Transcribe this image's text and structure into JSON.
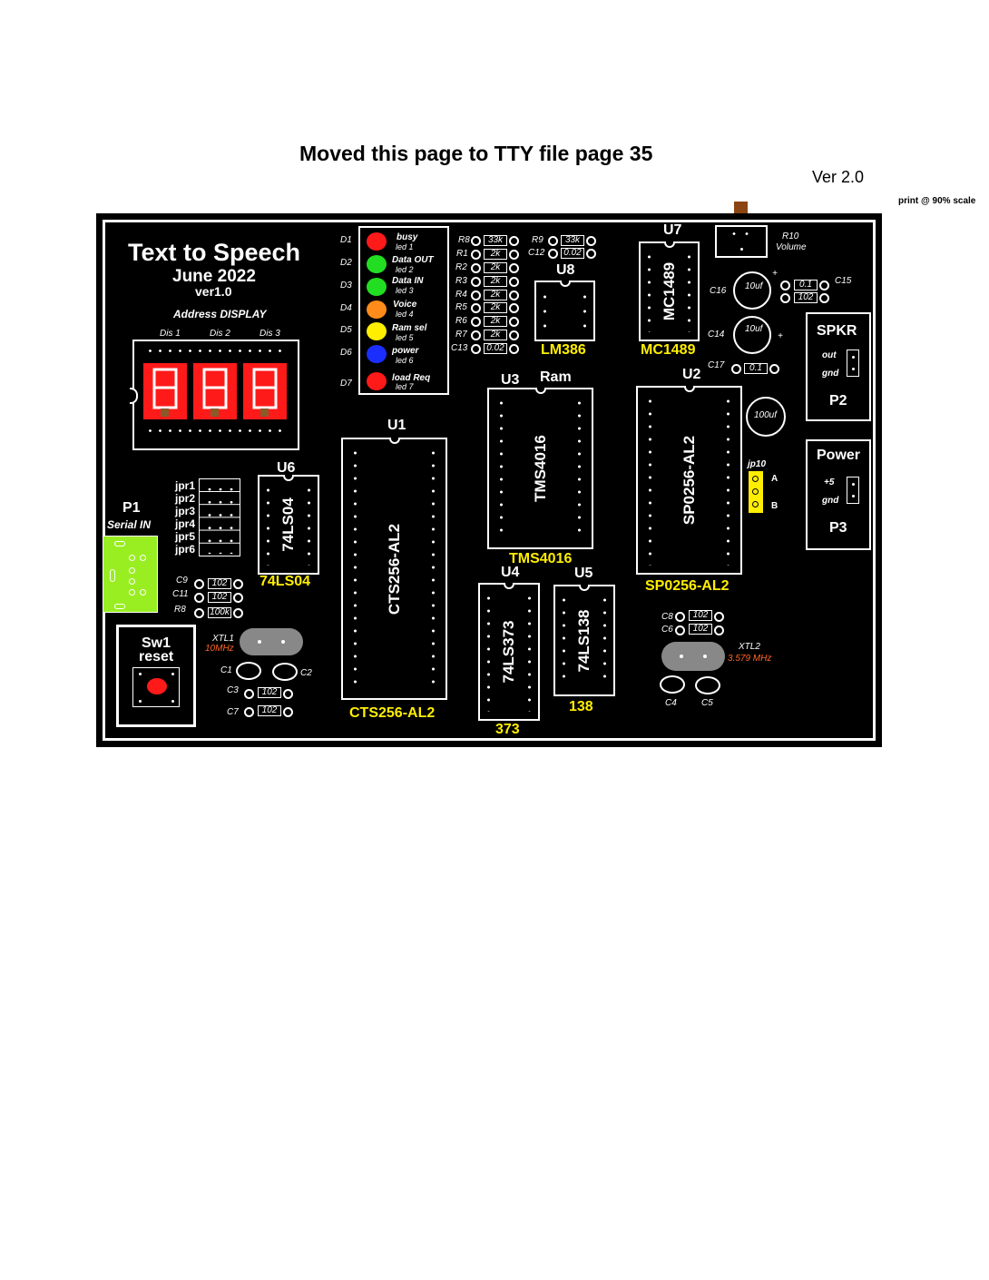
{
  "page": {
    "moved_note": "Moved this page to TTY file page 35",
    "version": "Ver 2.0",
    "print_note": "print @ 90% scale"
  },
  "board": {
    "title": "Text to Speech",
    "date": "June 2022",
    "version": "ver1.0",
    "address_display_label": "Address DISPLAY",
    "displays": [
      "Dis 1",
      "Dis 2",
      "Dis 3"
    ],
    "leds": [
      {
        "ref": "D1",
        "name": "busy",
        "sub": "led 1",
        "color": "#ff1a1a"
      },
      {
        "ref": "D2",
        "name": "Data OUT",
        "sub": "led 2",
        "color": "#22dd22"
      },
      {
        "ref": "D3",
        "name": "Data IN",
        "sub": "led 3",
        "color": "#22dd22"
      },
      {
        "ref": "D4",
        "name": "Voice",
        "sub": "led 4",
        "color": "#ff8c1a"
      },
      {
        "ref": "D5",
        "name": "Ram sel",
        "sub": "led 5",
        "color": "#ffee00"
      },
      {
        "ref": "D6",
        "name": "power",
        "sub": "led 6",
        "color": "#1a2eff"
      },
      {
        "ref": "D7",
        "name": "load Req",
        "sub": "led 7",
        "color": "#ff1a1a"
      }
    ],
    "resistors_left": [
      {
        "ref": "R8",
        "value": "33k"
      },
      {
        "ref": "R1",
        "value": "2k"
      },
      {
        "ref": "R2",
        "value": "2k"
      },
      {
        "ref": "R3",
        "value": "2k"
      },
      {
        "ref": "R4",
        "value": "2k"
      },
      {
        "ref": "R5",
        "value": "2k"
      },
      {
        "ref": "R6",
        "value": "2k"
      },
      {
        "ref": "R7",
        "value": "2k"
      },
      {
        "ref": "C13",
        "value": "0.02"
      }
    ],
    "r9": {
      "ref": "R9",
      "value": "33k"
    },
    "c12": {
      "ref": "C12",
      "value": "0.02"
    },
    "u8": {
      "ref": "U8",
      "label": "LM386"
    },
    "u7": {
      "ref": "U7",
      "name": "MC1489",
      "label": "MC1489"
    },
    "r10": {
      "ref": "R10",
      "name": "Volume"
    },
    "c15": {
      "ref": "C15",
      "values": [
        "0.1",
        "102"
      ]
    },
    "c16": {
      "ref": "C16",
      "value": "10uf"
    },
    "c14": {
      "ref": "C14",
      "value": "10uf"
    },
    "c17": {
      "ref": "C17",
      "value": "0.1"
    },
    "spkr": {
      "title": "SPKR",
      "pin1": "out",
      "pin2": "gnd",
      "ref": "P2"
    },
    "power": {
      "title": "Power",
      "pin1": "+5",
      "pin2": "gnd",
      "ref": "P3"
    },
    "u2": {
      "ref": "U2",
      "name": "SP0256-AL2",
      "label": "SP0256-AL2"
    },
    "cap100": "100uf",
    "jp10": {
      "ref": "jp10",
      "a": "A",
      "b": "B"
    },
    "u3": {
      "ref": "U3",
      "role": "Ram",
      "name": "TMS4016",
      "label": "TMS4016"
    },
    "u1": {
      "ref": "U1",
      "name": "CTS256-AL2",
      "label": "CTS256-AL2"
    },
    "u6": {
      "ref": "U6",
      "name": "74LS04",
      "label": "74LS04"
    },
    "jumpers": [
      "jpr1",
      "jpr2",
      "jpr3",
      "jpr4",
      "jpr5",
      "jpr6"
    ],
    "p1": {
      "ref": "P1",
      "name": "Serial IN"
    },
    "c9": {
      "ref": "C9",
      "value": "102"
    },
    "c11": {
      "ref": "C11",
      "value": "102"
    },
    "r8b": {
      "ref": "R8",
      "value": "100k"
    },
    "sw1": {
      "ref": "Sw1",
      "name": "reset"
    },
    "xtl1": {
      "ref": "XTL1",
      "freq": "10MHz"
    },
    "c1": "C1",
    "c2": "C2",
    "c3": {
      "ref": "C3",
      "value": "102"
    },
    "c7": {
      "ref": "C7",
      "value": "102"
    },
    "u4": {
      "ref": "U4",
      "name": "74LS373",
      "label": "373"
    },
    "u5": {
      "ref": "U5",
      "name": "74LS138",
      "label": "138"
    },
    "c8": {
      "ref": "C8",
      "value": "102"
    },
    "c6": {
      "ref": "C6",
      "value": "102"
    },
    "xtl2": {
      "ref": "XTL2",
      "freq": "3.579 MHz"
    },
    "c4": "C4",
    "c5": "C5",
    "colors": {
      "board": "#000000",
      "silk": "#ffffff",
      "label_yellow": "#ffee00",
      "serial_connector": "#99ee22",
      "led_display": "#ff1a1a",
      "crystal": "#888888",
      "freq_orange": "#ff6622",
      "pot": "#8b4513"
    }
  }
}
